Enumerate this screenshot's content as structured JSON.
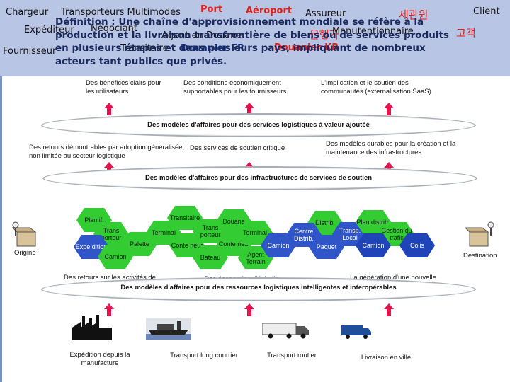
{
  "header": {
    "words": {
      "chargeur": "Chargeur",
      "transporteurs": "Transporteurs Multimodes",
      "port": "Port",
      "aeroport": "Aéroport",
      "assureur": "Assureur",
      "kr_customs": "세관원",
      "client": "Client",
      "expediteur": "Expéditeur",
      "negociant": "Négociant",
      "agent_douane": "Agent en Douane",
      "kr_bank": "은행가",
      "manutentionnaire": "Manutentionnaire",
      "kr_customer": "고객",
      "fournisseur": "Fournisseur",
      "transitaire": "Transitaire",
      "douanier_fr": "Douanier FR",
      "douanier_kr": "Douanier KR"
    },
    "definition": "Définition : Une chaîne d'approvisionnement mondiale se réfère à la production et la livraison transfrontière de biens ou de services produits en plusieurs étapes et dans plusieurs pays, impliquant de nombreux acteurs tant publics que privés."
  },
  "top": {
    "benefits": [
      "Des bénéfices clairs pour les utilisateurs",
      "Des conditions économiquement supportables pour les fournisseurs",
      "L'implication et le soutien des communautés (externalisation SaaS)"
    ],
    "oval1": "Des modèles d'affaires pour des services logistiques à valeur ajoutée",
    "middle": [
      "Des retours démontrables par adoption généralisée, non limitée au secteur logistique",
      "Des services de soutien critique",
      "Des modèles durables pour la création et la maintenance des infrastructures"
    ],
    "oval2": "Des modèles d'affaires pour des infrastructures de services de soutien"
  },
  "chain": {
    "origin": "Origine",
    "destination": "Destination",
    "hexes": [
      "Plan if.",
      "Trans porteur",
      "Expe dition",
      "Camion",
      "Palette",
      "Transitaire",
      "Terminal",
      "Conte neur",
      "Trans porteur",
      "Douane",
      "Conte neur",
      "Bateau",
      "Terminal",
      "Agent Terrain",
      "Camion",
      "Distrib.",
      "Centre Distrib.",
      "Paquet",
      "Transp. Local",
      "Plan distrib.",
      "Gestion du trafic",
      "Camion",
      "Colis"
    ]
  },
  "bottom": {
    "returns": "Des retours sur les activités de standardisation",
    "economies": "Des économies d'échelle",
    "demand": "La génération d'une nouvelle demande",
    "oval3": "Des modèles d'affaires pour des ressources logistiques intelligentes et interopérables",
    "transport": [
      "Expédition depuis la manufacture",
      "Transport long courrier",
      "Transport routier",
      "Livraison en ville"
    ]
  },
  "colors": {
    "header_bg": "#b8c5e4",
    "accent_red": "#e0201a",
    "arrow_pink": "#e5134d",
    "hex_green": "#33cc33",
    "hex_blue": "#2f55c8"
  }
}
